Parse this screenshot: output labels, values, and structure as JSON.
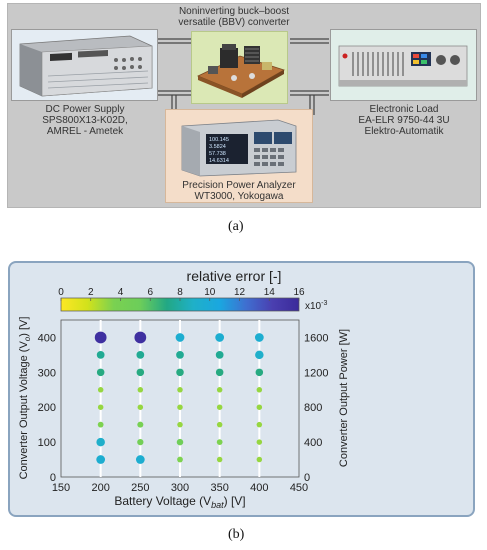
{
  "figure_a": {
    "label": "(a)",
    "power_supply": {
      "line1": "DC Power Supply",
      "line2": "SPS800X13-K02D,",
      "line3": "AMREL - Ametek"
    },
    "converter": {
      "line1": "Noninverting buck–boost",
      "line2": "versatile (BBV) converter"
    },
    "load": {
      "line1": "Electronic Load",
      "line2": "EA-ELR 9750-44 3U",
      "line3": "Elektro-Automatik"
    },
    "analyzer": {
      "line1": "Precision Power Analyzer",
      "line2": "WT3000, Yokogawa"
    },
    "analyzer_screen": [
      "100.145",
      "3.5824",
      "57.738",
      "14.6314"
    ]
  },
  "figure_b": {
    "label": "(b)"
  },
  "chart_data": {
    "type": "scatter",
    "colorbar": {
      "title": "relative error [-]",
      "ticks": [
        "0",
        "2",
        "4",
        "6",
        "8",
        "10",
        "12",
        "14",
        "16"
      ],
      "multiplier": "x10",
      "exponent": "-3",
      "range": [
        0,
        16
      ]
    },
    "xlabel": "Battery Voltage (V",
    "xlabel_sub": "bat",
    "xlabel_unit": ") [V]",
    "ylabel_left": "Converter Output Voltage (V",
    "ylabel_left_sub": "o",
    "ylabel_left_unit": ") [V]",
    "ylabel_right": "Converter Output Power [W]",
    "xlim": [
      150,
      450
    ],
    "ylim_left": [
      0,
      450
    ],
    "ylim_right": [
      0,
      1800
    ],
    "xticks": [
      "150",
      "200",
      "250",
      "300",
      "350",
      "400",
      "450"
    ],
    "yticks_left": [
      "0",
      "100",
      "200",
      "300",
      "400"
    ],
    "yticks_right": [
      "0",
      "400",
      "800",
      "1200",
      "1600"
    ],
    "x_gridlines": [
      200,
      250,
      300,
      350,
      400
    ],
    "points": [
      {
        "x": 200,
        "y": 400,
        "error": 15.5
      },
      {
        "x": 200,
        "y": 350,
        "error": 7.5
      },
      {
        "x": 200,
        "y": 300,
        "error": 7.0
      },
      {
        "x": 200,
        "y": 250,
        "error": 3.0
      },
      {
        "x": 200,
        "y": 200,
        "error": 3.0
      },
      {
        "x": 200,
        "y": 150,
        "error": 3.5
      },
      {
        "x": 200,
        "y": 100,
        "error": 9.0
      },
      {
        "x": 200,
        "y": 50,
        "error": 9.5
      },
      {
        "x": 250,
        "y": 400,
        "error": 15.5
      },
      {
        "x": 250,
        "y": 350,
        "error": 7.5
      },
      {
        "x": 250,
        "y": 300,
        "error": 7.0
      },
      {
        "x": 250,
        "y": 250,
        "error": 3.0
      },
      {
        "x": 250,
        "y": 200,
        "error": 3.0
      },
      {
        "x": 250,
        "y": 150,
        "error": 4.0
      },
      {
        "x": 250,
        "y": 100,
        "error": 4.5
      },
      {
        "x": 250,
        "y": 50,
        "error": 9.5
      },
      {
        "x": 300,
        "y": 400,
        "error": 9.5
      },
      {
        "x": 300,
        "y": 350,
        "error": 7.5
      },
      {
        "x": 300,
        "y": 300,
        "error": 7.0
      },
      {
        "x": 300,
        "y": 250,
        "error": 3.0
      },
      {
        "x": 300,
        "y": 200,
        "error": 3.0
      },
      {
        "x": 300,
        "y": 150,
        "error": 3.0
      },
      {
        "x": 300,
        "y": 100,
        "error": 5.0
      },
      {
        "x": 300,
        "y": 50,
        "error": 3.5
      },
      {
        "x": 350,
        "y": 400,
        "error": 9.5
      },
      {
        "x": 350,
        "y": 350,
        "error": 7.5
      },
      {
        "x": 350,
        "y": 300,
        "error": 7.0
      },
      {
        "x": 350,
        "y": 250,
        "error": 3.0
      },
      {
        "x": 350,
        "y": 200,
        "error": 3.0
      },
      {
        "x": 350,
        "y": 150,
        "error": 3.0
      },
      {
        "x": 350,
        "y": 100,
        "error": 3.5
      },
      {
        "x": 350,
        "y": 50,
        "error": 3.0
      },
      {
        "x": 400,
        "y": 400,
        "error": 9.5
      },
      {
        "x": 400,
        "y": 350,
        "error": 9.0
      },
      {
        "x": 400,
        "y": 300,
        "error": 7.0
      },
      {
        "x": 400,
        "y": 250,
        "error": 3.0
      },
      {
        "x": 400,
        "y": 200,
        "error": 3.0
      },
      {
        "x": 400,
        "y": 150,
        "error": 3.0
      },
      {
        "x": 400,
        "y": 100,
        "error": 3.0
      },
      {
        "x": 400,
        "y": 50,
        "error": 3.0
      }
    ],
    "colormap": [
      "#fde725",
      "#d2e21b",
      "#7ad151",
      "#6ccd5a",
      "#22a884",
      "#1fb0c8",
      "#1aa7e0",
      "#3f6fd0",
      "#4a3fb0",
      "#3b2a9a"
    ],
    "grid": false
  }
}
